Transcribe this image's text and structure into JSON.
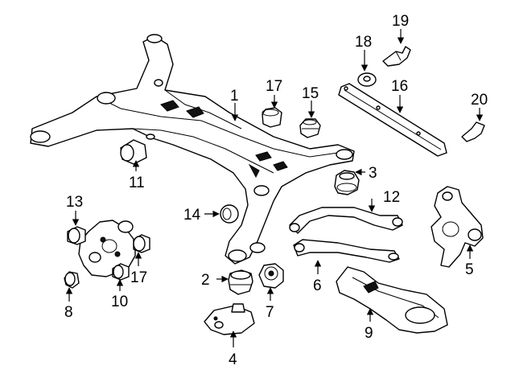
{
  "diagram": {
    "callouts": [
      {
        "id": "c1",
        "text": "1"
      },
      {
        "id": "c2",
        "text": "2"
      },
      {
        "id": "c3",
        "text": "3"
      },
      {
        "id": "c4",
        "text": "4"
      },
      {
        "id": "c5",
        "text": "5"
      },
      {
        "id": "c6",
        "text": "6"
      },
      {
        "id": "c7",
        "text": "7"
      },
      {
        "id": "c8",
        "text": "8"
      },
      {
        "id": "c9",
        "text": "9"
      },
      {
        "id": "c10",
        "text": "10"
      },
      {
        "id": "c11",
        "text": "11"
      },
      {
        "id": "c12",
        "text": "12"
      },
      {
        "id": "c13",
        "text": "13"
      },
      {
        "id": "c14",
        "text": "14"
      },
      {
        "id": "c15",
        "text": "15"
      },
      {
        "id": "c16",
        "text": "16"
      },
      {
        "id": "c17a",
        "text": "17"
      },
      {
        "id": "c17b",
        "text": "17"
      },
      {
        "id": "c18",
        "text": "18"
      },
      {
        "id": "c19",
        "text": "19"
      },
      {
        "id": "c20",
        "text": "20"
      }
    ]
  }
}
